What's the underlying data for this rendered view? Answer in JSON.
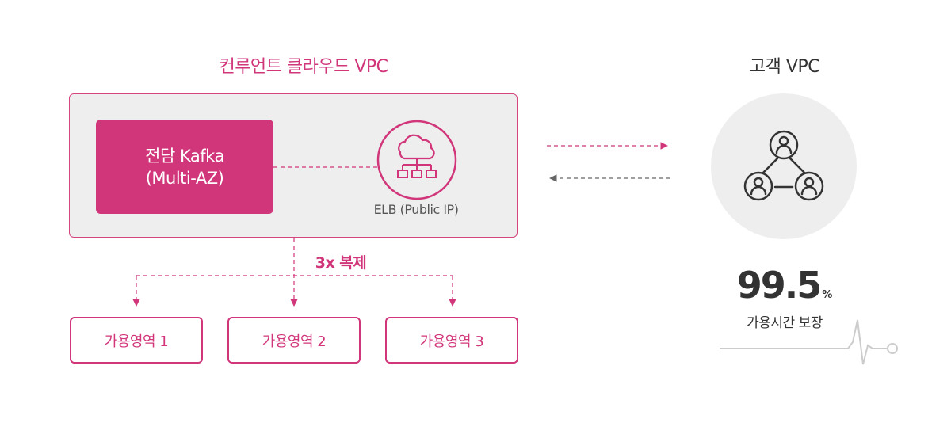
{
  "titles": {
    "confluent_vpc": "컨루언트 클라우드 VPC",
    "customer_vpc": "고객 VPC"
  },
  "kafka": {
    "line1": "전담 Kafka",
    "line2": "(Multi-AZ)"
  },
  "elb": {
    "label": "ELB (Public IP)",
    "icon": "cloud-network-icon"
  },
  "replication": {
    "label": "3x 복제"
  },
  "zones": [
    {
      "label": "가용영역 1"
    },
    {
      "label": "가용영역 2"
    },
    {
      "label": "가용영역 3"
    }
  ],
  "customer": {
    "icon": "user-network-icon"
  },
  "sla": {
    "value": "99.5",
    "unit": "%",
    "label": "가용시간 보장",
    "icon": "heartbeat-line-icon"
  },
  "colors": {
    "accent": "#d1357a",
    "box_bg": "#eeeeee",
    "text_dark": "#333333",
    "arrow_grey": "#666666"
  }
}
